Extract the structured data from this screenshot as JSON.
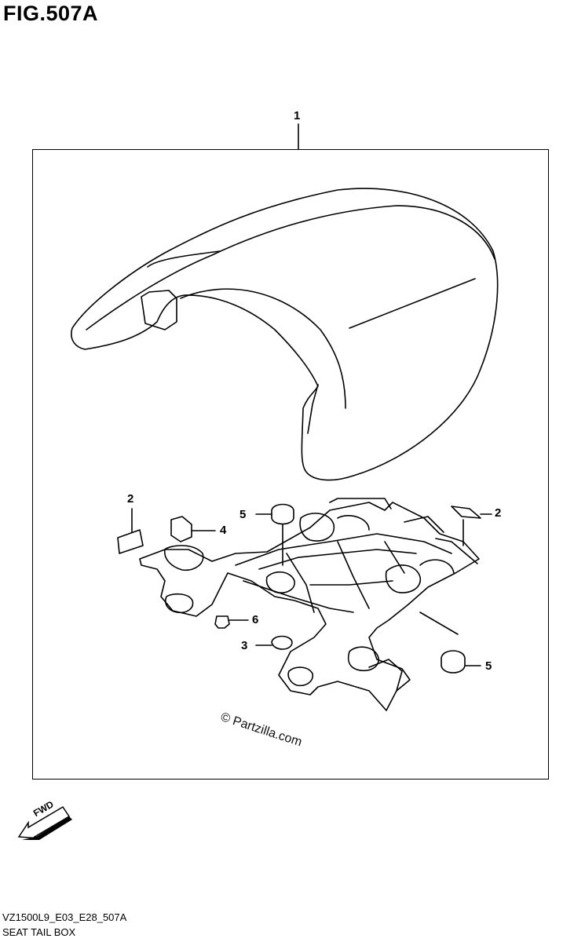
{
  "figure": {
    "title": "FIG.507A",
    "watermark": "© Partzilla.com",
    "fwd_label": "FWD"
  },
  "callouts": {
    "seat_tail_box": "1",
    "tape_left": "2",
    "tape_right": "2",
    "cushion": "3",
    "nut": "4",
    "bumper_top": "5",
    "bumper_bottom": "5",
    "bolt": "6"
  },
  "footer": {
    "model_code": "VZ1500L9_E03_E28_507A",
    "part_name": "SEAT TAIL BOX"
  }
}
